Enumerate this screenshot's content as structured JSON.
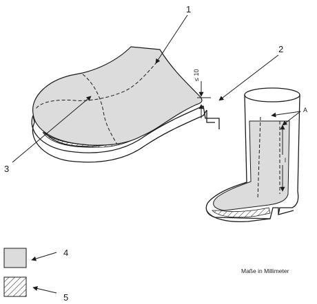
{
  "callouts": {
    "c1": "1",
    "c2": "2",
    "c3": "3",
    "cA": "A",
    "c4": "4",
    "c5": "5"
  },
  "dimension_label": "≤ 10",
  "height_label": "l",
  "units_note": "Maße in Millimeter",
  "legend": [
    {
      "number": "4",
      "swatch": "grey-fill"
    },
    {
      "number": "5",
      "swatch": "hatched"
    }
  ],
  "colors": {
    "line": "#1a1a1a",
    "fill_grey": "#dcdcdc",
    "background": "#ffffff"
  }
}
